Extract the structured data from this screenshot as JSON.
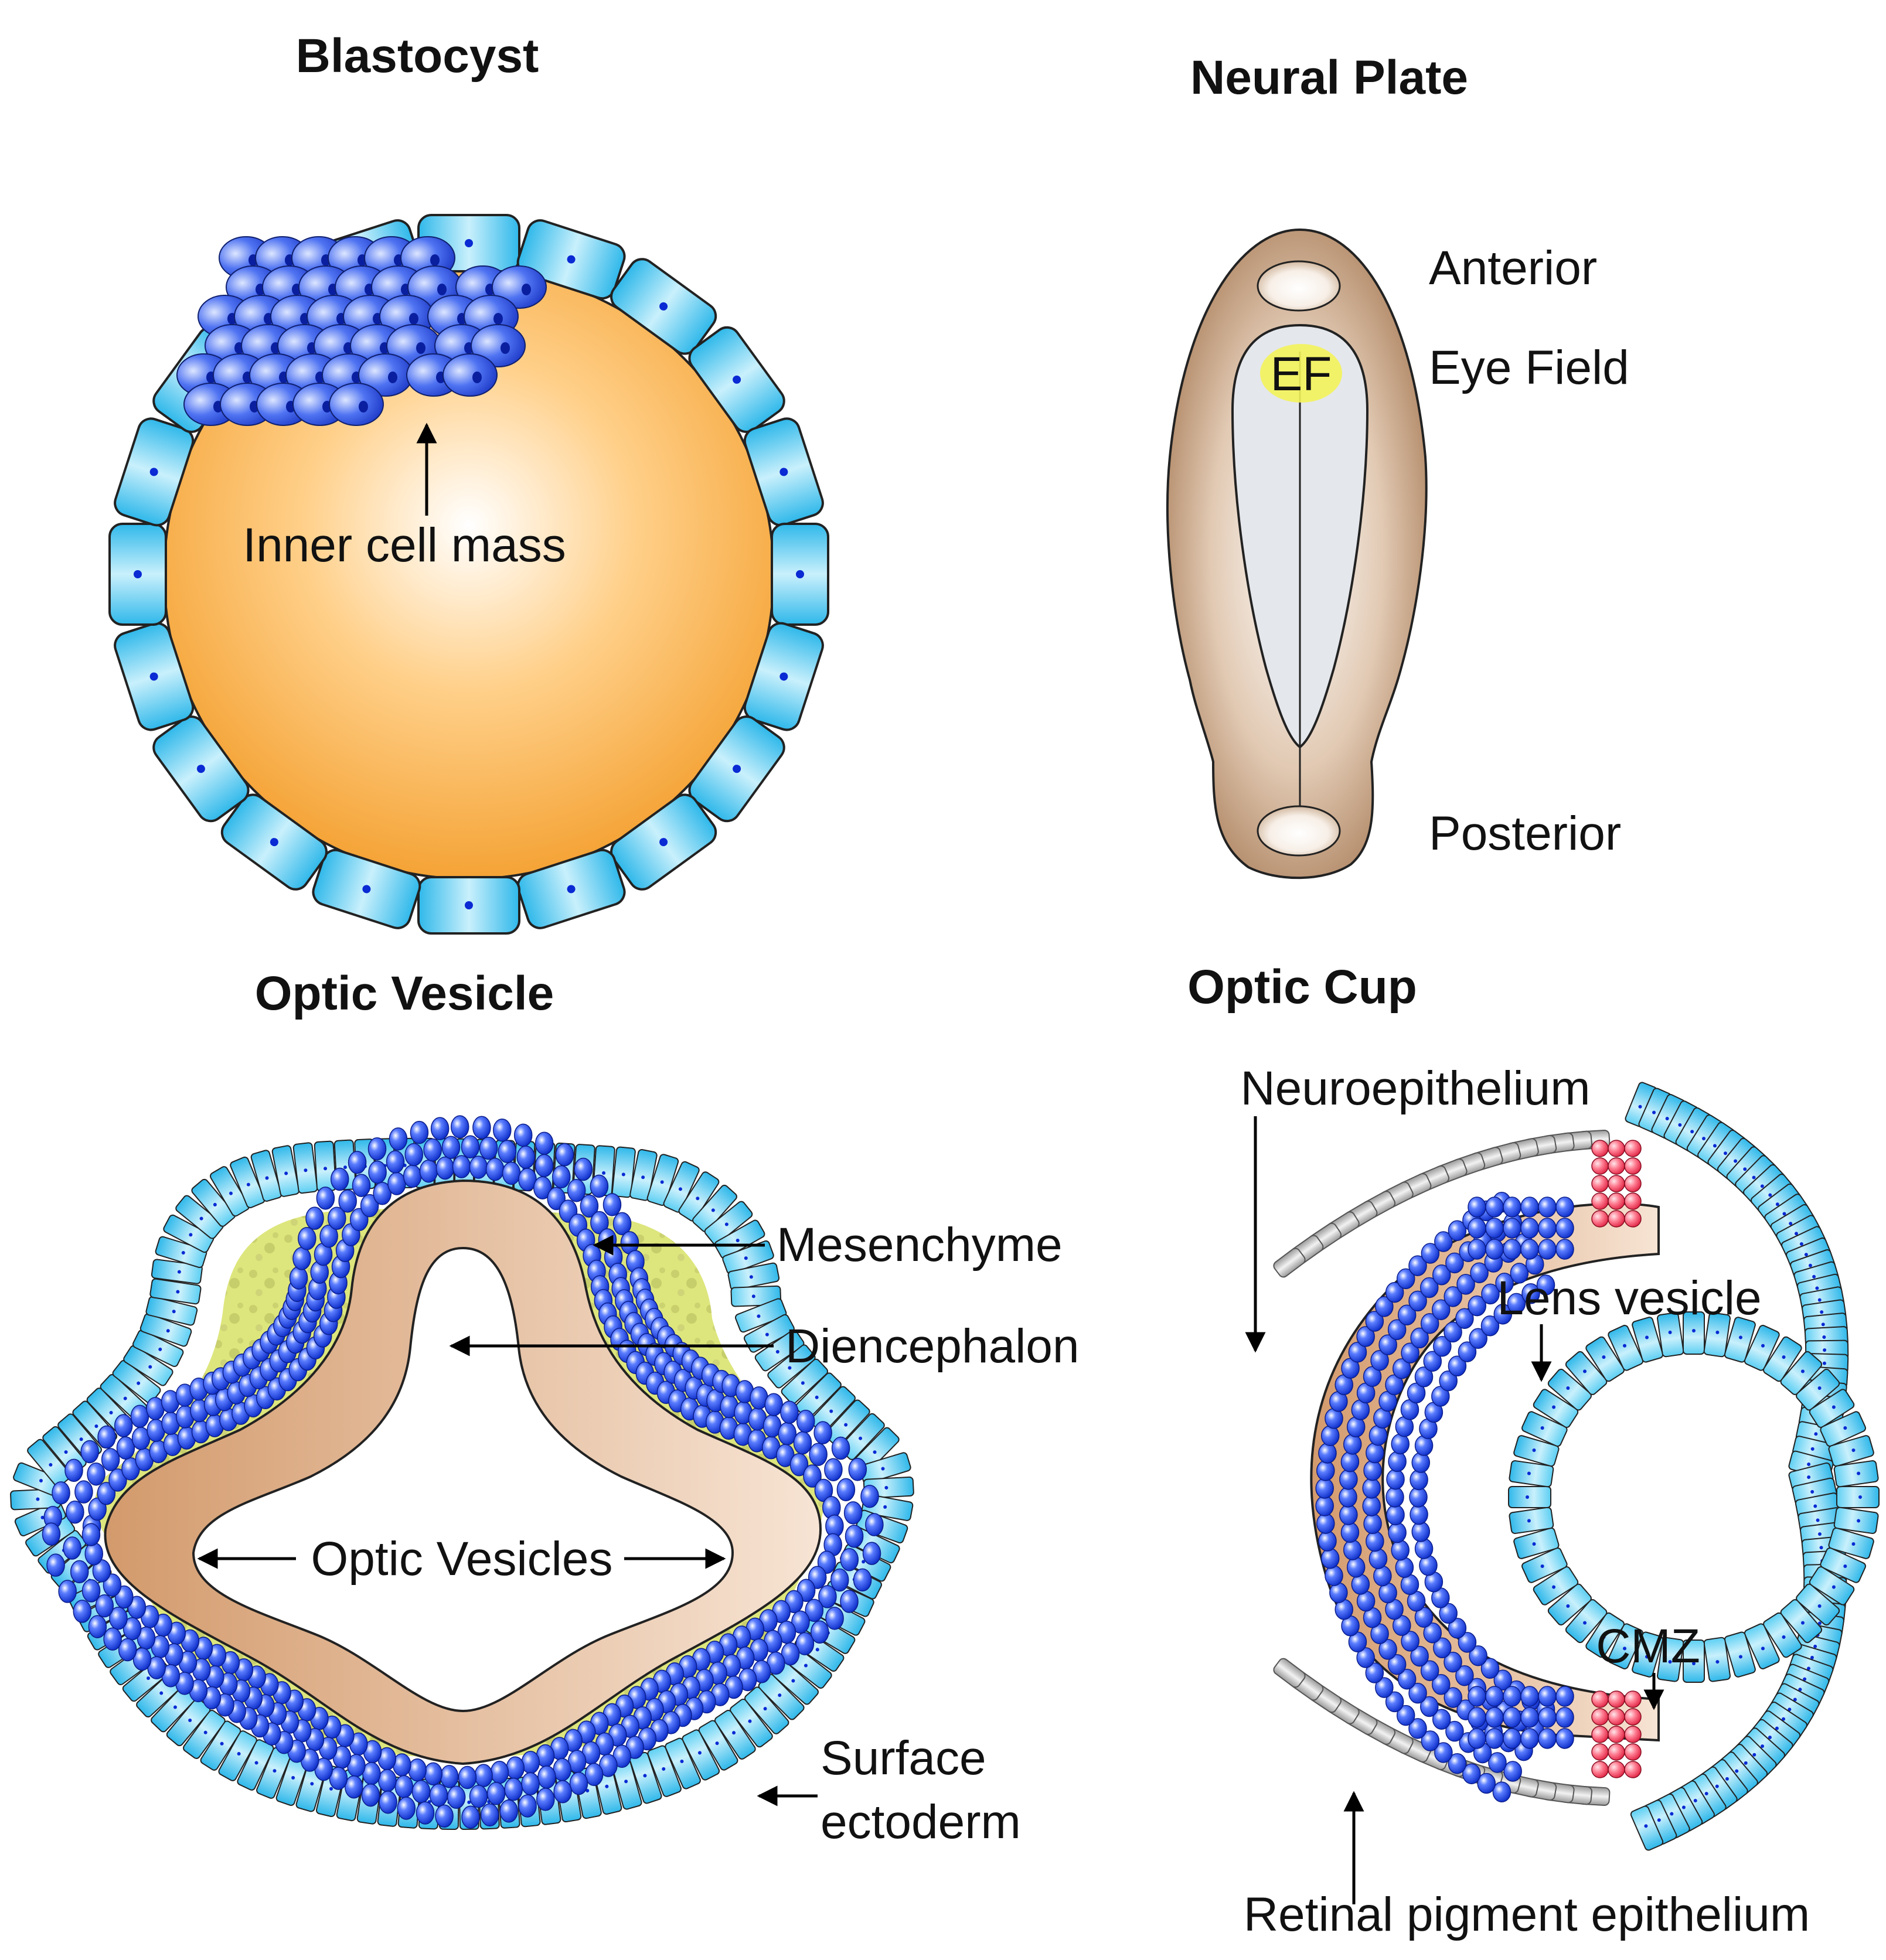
{
  "panels": {
    "blastocyst": {
      "title": "Blastocyst",
      "label_icm": "Inner cell mass"
    },
    "neural_plate": {
      "title": "Neural Plate",
      "label_anterior": "Anterior",
      "label_eye_field": "Eye Field",
      "label_ef": "EF",
      "label_posterior": "Posterior"
    },
    "optic_vesicle": {
      "title": "Optic Vesicle",
      "label_mesenchyme": "Mesenchyme",
      "label_diencephalon": "Diencephalon",
      "label_optic_vesicles": "Optic Vesicles",
      "label_surface_1": "Surface",
      "label_surface_2": "ectoderm"
    },
    "optic_cup": {
      "title": "Optic Cup",
      "label_neuroepithelium": "Neuroepithelium",
      "label_lens_vesicle": "Lens vesicle",
      "label_cmz": "CMZ",
      "label_rpe": "Retinal pigment epithelium"
    }
  },
  "colors": {
    "trophoblast": "#5ccff2",
    "blastocoel": "#f5a93a",
    "icm": "#1d3fd6",
    "neural_plate": "#b68b68",
    "eye_field": "#f3f35a",
    "mesenchyme": "#d9e57a",
    "retina": "#1f47e0",
    "cmz": "#e8324f",
    "rpe": "#b9b9b9"
  }
}
